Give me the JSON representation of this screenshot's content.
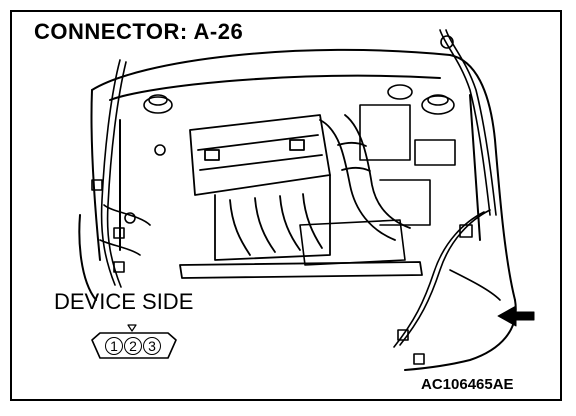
{
  "diagram": {
    "title": "CONNECTOR: A-26",
    "device_label": "DEVICE SIDE",
    "figure_code": "AC106465AE",
    "connector": {
      "pins": [
        "1",
        "2",
        "3"
      ]
    }
  },
  "colors": {
    "line": "#000000",
    "background": "#ffffff"
  }
}
